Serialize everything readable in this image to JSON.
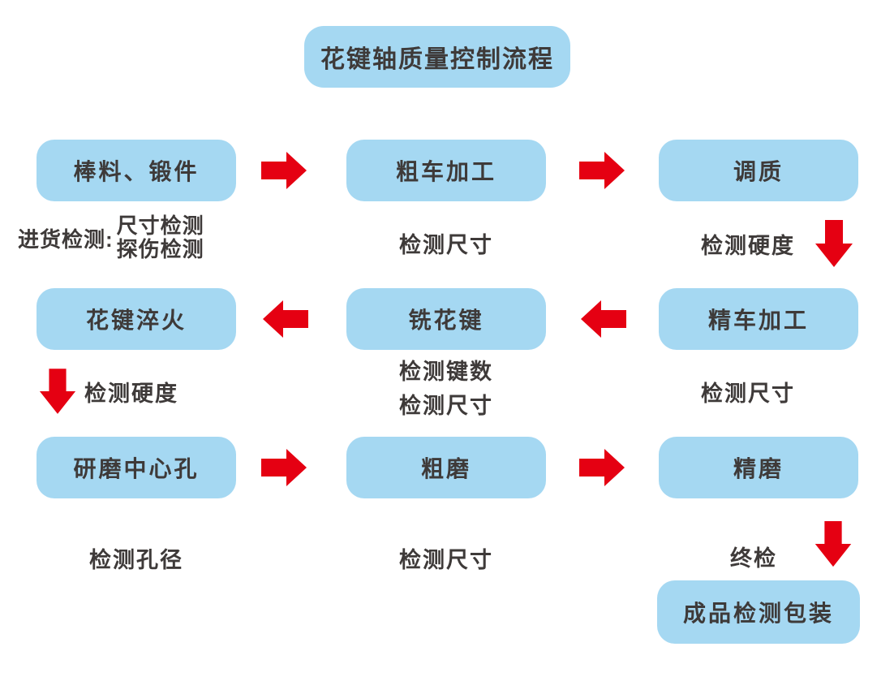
{
  "title": "花键轴质量控制流程",
  "colors": {
    "box_fill": "#A5D8F2",
    "arrow": "#E50012",
    "text": "#3E3A39",
    "background": "#FFFFFF"
  },
  "row1": {
    "boxes": [
      "棒料、锻件",
      "粗车加工",
      "调质"
    ],
    "note1": {
      "prefix": "进货检测:",
      "lines": [
        "尺寸检测",
        "探伤检测"
      ]
    },
    "note2": "检测尺寸",
    "note3": "检测硬度"
  },
  "row2": {
    "boxes": [
      "花键淬火",
      "铣花键",
      "精车加工"
    ],
    "note1": "检测硬度",
    "note2": {
      "lines": [
        "检测键数",
        "检测尺寸"
      ]
    },
    "note3": "检测尺寸"
  },
  "row3": {
    "boxes": [
      "研磨中心孔",
      "粗磨",
      "精磨"
    ],
    "note1": "检测孔径",
    "note2": "检测尺寸",
    "note3": "终检"
  },
  "final_box": "成品检测包装"
}
